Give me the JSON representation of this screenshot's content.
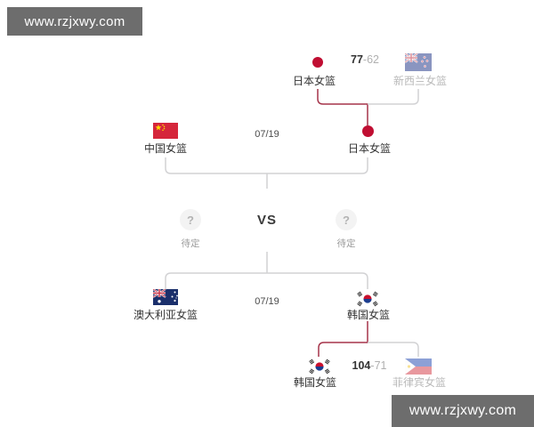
{
  "watermark": {
    "text": "www.rzjxwy.com"
  },
  "qf1": {
    "winner_team": "日本女篮",
    "loser_team": "新西兰女篮",
    "winner_score": "77",
    "separator": "-",
    "loser_score": "62"
  },
  "sf1": {
    "date": "07/19",
    "left_team": "中国女篮",
    "right_team": "日本女篮"
  },
  "final": {
    "left_placeholder": "?",
    "right_placeholder": "?",
    "vs": "VS",
    "left_tbd": "待定",
    "right_tbd": "待定"
  },
  "sf2": {
    "date": "07/19",
    "left_team": "澳大利亚女篮",
    "right_team": "韩国女篮"
  },
  "qf2": {
    "winner_team": "韩国女篮",
    "loser_team": "菲律宾女篮",
    "winner_score": "104",
    "separator": "-",
    "loser_score": "71"
  },
  "colors": {
    "winner_line": "#a5344a",
    "loser_line": "#d2d2d4",
    "japan_dot": "#c00e32"
  }
}
